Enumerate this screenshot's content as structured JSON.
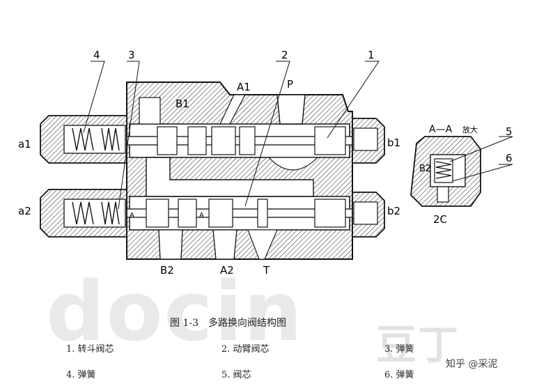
{
  "callouts": [
    "4",
    "3",
    "2",
    "1",
    "5",
    "6"
  ],
  "ports": {
    "a1": "a1",
    "a2": "a2",
    "b1": "b1",
    "b2": "b2",
    "A1": "A1",
    "B1": "B1",
    "P": "P",
    "B2": "B2",
    "A2": "A2",
    "T": "T"
  },
  "section": {
    "title": "A—A",
    "zoom": "放大",
    "port": "B2",
    "bottom": "2C"
  },
  "section_marks": [
    "A",
    "A"
  ],
  "caption": "图 1-3　多路换向阀结构图",
  "legend": [
    "1. 转斗阀芯",
    "2. 动臂阀芯",
    "3. 弹簧",
    "4. 弹簧",
    "5. 阀芯",
    "6. 弹簧"
  ],
  "watermark": {
    "text": "docin",
    "glyphs": "豆丁"
  },
  "credit": "知乎 @采泥"
}
